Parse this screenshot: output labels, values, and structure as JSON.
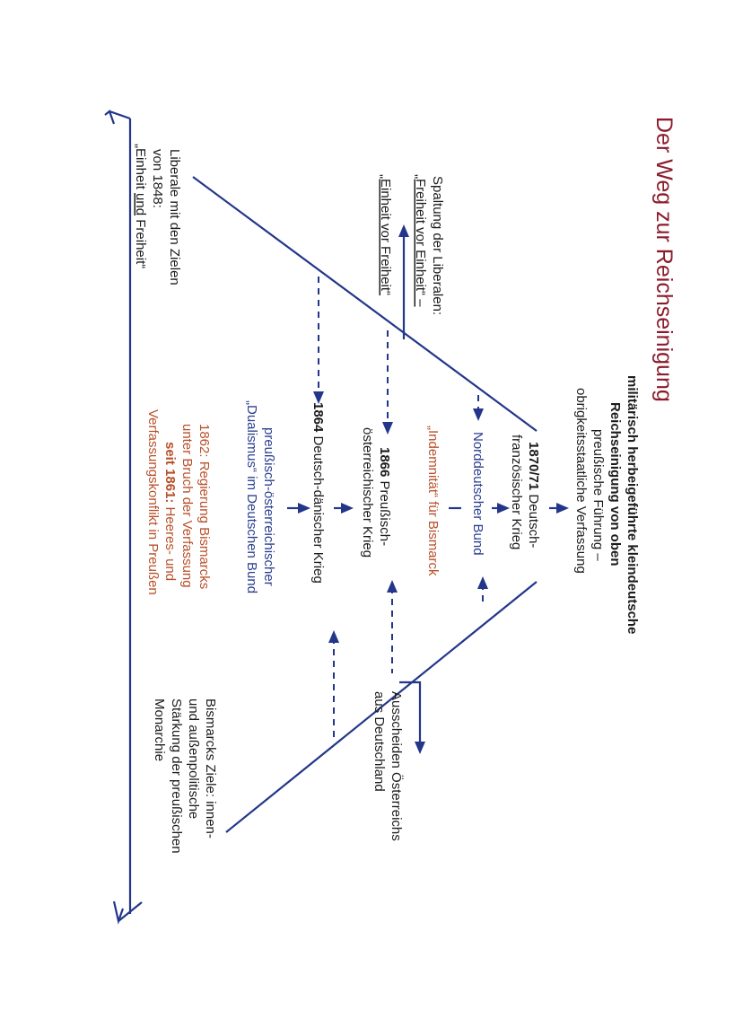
{
  "title": "Der Weg zur Reichseinigung",
  "apex": {
    "line1": "militärisch herbeigeführte kleindeutsche",
    "line2": "Reichseinigung von oben",
    "line3": "preußische Führung –",
    "line4": "obrigkeitsstaatliche Verfassung"
  },
  "war_1870": {
    "year": "1870/71",
    "line1": " Deutsch-",
    "line2": "französischer Krieg"
  },
  "norddeutscher_bund": "Norddeutscher Bund",
  "indemnitaet": "„Indemnität“ für Bismarck",
  "war_1866": {
    "year": "1866",
    "line1": " Preußisch-",
    "line2": "österreichischer Krieg"
  },
  "dualismus": {
    "line1": "preußisch-österreichischer",
    "line2": "„Dualismus“ im Deutschen Bund"
  },
  "war_1864": {
    "year": "1864",
    "label": " Deutsch-dänischer Krieg"
  },
  "bismarck_1862": {
    "line1": "1862: Regierung Bismarcks",
    "line2": "unter Bruch der Verfassung",
    "line3_year": "seit 1861:",
    "line3_rest": " Heeres- und",
    "line4": "Verfassungskonflikt in Preußen"
  },
  "spaltung": {
    "line1": "Spaltung der Liberalen:",
    "line2": "„Freiheit vor Einheit“ –",
    "line3": "„Einheit vor Freiheit“"
  },
  "liberale_1848": {
    "line1": "Liberale mit den Zielen",
    "line2": "von 1848:",
    "line3_a": "„Einheit ",
    "line3_b": "und",
    "line3_c": " Freiheit“"
  },
  "ausscheiden": {
    "line1": "Ausscheiden Österreichs",
    "line2": "aus Deutschland"
  },
  "bismarck_ziele": {
    "line1": "Bismarcks Ziele: innen-",
    "line2": "und außenpolitische",
    "line3": "Stärkung der preußischen",
    "line4": "Monarchie"
  },
  "colors": {
    "line": "#23368a",
    "title": "#8b1c2c",
    "blue_text": "#2b3f8e",
    "brown_text": "#b8502a",
    "text": "#1c1c1c"
  }
}
